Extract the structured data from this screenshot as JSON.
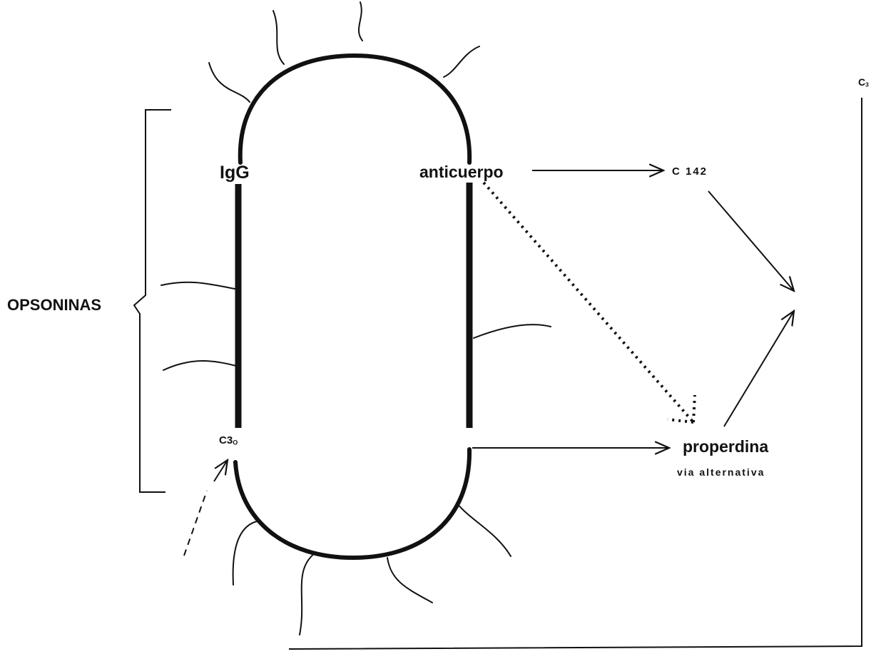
{
  "diagram": {
    "labels": {
      "opsoninas": "OPSONINAS",
      "igg": "IgG",
      "anticuerpo": "anticuerpo",
      "c142": "C 142",
      "c3_main": "C",
      "c3_sub": "3",
      "c3o_main": "C3",
      "c3o_sub": "O",
      "properdina": "properdina",
      "via_alternativa": "via alternativa"
    }
  }
}
